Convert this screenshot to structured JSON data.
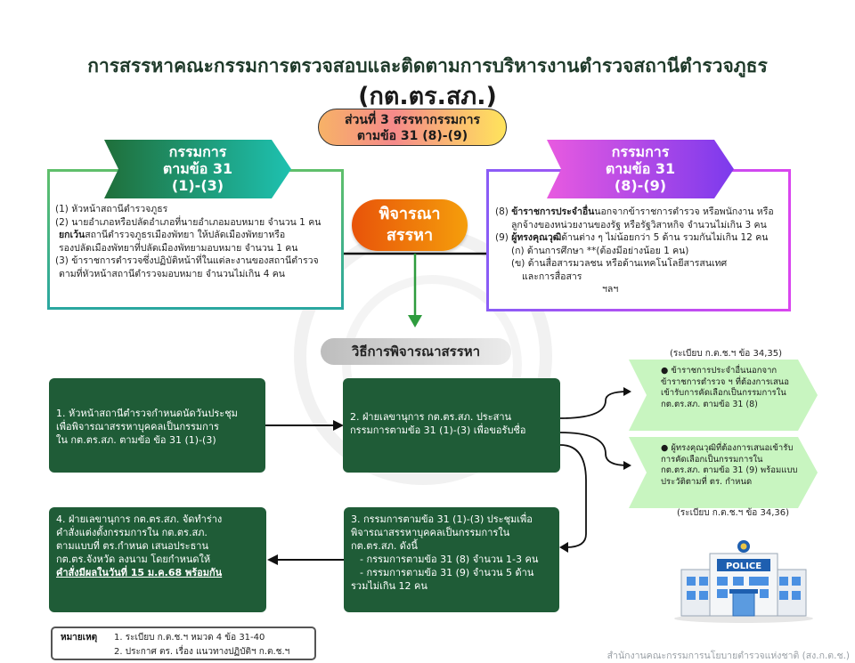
{
  "title": "การสรรหาคณะกรรมการตรวจสอบและติดตามการบริหารงานตำรวจสถานีตำรวจภูธร",
  "subtitle": "(กต.ตร.สภ.)",
  "part_pill": {
    "line1": "ส่วนที่ 3 สรรหากรรมการ",
    "line2": "ตามข้อ 31 (8)-(9)"
  },
  "left_banner": {
    "line1": "กรรมการ",
    "line2": "ตามข้อ 31",
    "line3": "(1)-(3)"
  },
  "left_items": [
    "(1) หัวหน้าสถานีตำรวจภูธร",
    "(2) นายอำเภอหรือปลัดอำเภอที่นายอำเภอมอบหมาย จำนวน 1 คน",
    "ยกเว้นสถานีตำรวจภูธรเมืองพัทยา ให้ปลัดเมืองพัทยาหรือ",
    "รองปลัดเมืองพัทยาที่ปลัดเมืองพัทยามอบหมาย จำนวน 1 คน",
    "(3) ข้าราชการตำรวจซึ่งปฏิบัติหน้าที่ในแต่ละงานของสถานีตำรวจ",
    "ตามที่หัวหน้าสถานีตำรวจมอบหมาย จำนวนไม่เกิน 4 คน"
  ],
  "left_bold_fragment": "ยกเว้น",
  "right_banner": {
    "line1": "กรรมการ",
    "line2": "ตามข้อ 31",
    "line3": "(8)-(9)"
  },
  "right_items": {
    "item8_prefix": "(8) ",
    "item8_bold": "ข้าราชการประจำอื่น",
    "item8_rest": "นอกจากข้าราชการตำรวจ หรือพนักงาน หรือ",
    "item8_line2": "ลูกจ้างของหน่วยงานของรัฐ หรือรัฐวิสาหกิจ จำนวนไม่เกิน 3 คน",
    "item9_prefix": "(9) ",
    "item9_bold": "ผู้ทรงคุณวุฒิ",
    "item9_rest": "ด้านต่าง ๆ ไม่น้อยกว่า 5 ด้าน รวมกันไม่เกิน 12 คน",
    "sub_a": "(ก) ด้านการศึกษา **(ต้องมีอย่างน้อย 1 คน)",
    "sub_b": "(ข) ด้านสื่อสารมวลชน หรือด้านเทคโนโลยีสารสนเทศ",
    "sub_b2": "และการสื่อสาร",
    "etc": "ฯลฯ"
  },
  "consider_pill": {
    "line1": "พิจารณา",
    "line2": "สรรหา"
  },
  "method_label": "วิธีการพิจารณาสรรหา",
  "steps": {
    "step1": [
      "1. หัวหน้าสถานีตำรวจกำหนดนัดวันประชุม",
      "เพื่อพิจารณาสรรหาบุคคลเป็นกรรมการ",
      "ใน กต.ตร.สภ. ตามข้อ ข้อ 31 (1)-(3)"
    ],
    "step2": [
      "2. ฝ่ายเลขานุการ กต.ตร.สภ. ประสาน",
      "กรรมการตามข้อ 31 (1)-(3) เพื่อขอรับชื่อ"
    ],
    "step3": [
      "3. กรรมการตามข้อ 31 (1)-(3) ประชุมเพื่อ",
      "พิจารณาสรรหาบุคคลเป็นกรรมการใน",
      "กต.ตร.สภ. ดังนี้",
      "- กรรมการตามข้อ 31 (8) จำนวน 1-3 คน",
      "- กรรมการตามข้อ 31 (9) จำนวน 5 ด้าน",
      "รวมไม่เกิน 12 คน"
    ],
    "step4": [
      "4. ฝ่ายเลขานุการ กต.ตร.สภ. จัดทำร่าง",
      "คำสั่งแต่งตั้งกรรมการใน กต.ตร.สภ.",
      "ตามแบบที่ ตร.กำหนด เสนอประธาน",
      "กต.ตร.จังหวัด ลงนาม โดยกำหนดให้",
      "คำสั่งมีผลในวันที่ 15 ม.ค.68 พร้อมกัน"
    ]
  },
  "chevrons": {
    "reg1": "(ระเบียบ ก.ต.ช.ฯ ข้อ 34,35)",
    "box1": [
      "ข้าราชการประจำอื่นนอกจาก",
      "ข้าราชการตำรวจ ฯ ที่ต้องการเสนอ",
      "เข้ารับการคัดเลือกเป็นกรรมการใน",
      "กต.ตร.สภ. ตามข้อ 31 (8)"
    ],
    "box2": [
      "ผู้ทรงคุณวุฒิที่ต้องการเสนอเข้ารับ",
      "การคัดเลือกเป็นกรรมการใน",
      "กต.ตร.สภ. ตามข้อ 31 (9) พร้อมแบบ",
      "ประวัติตามที่ ตร. กำหนด"
    ],
    "reg2": "(ระเบียบ ก.ต.ช.ฯ ข้อ 34,36)"
  },
  "note": {
    "label": "หมายเหตุ",
    "line1": "1. ระเบียบ ก.ต.ช.ฯ หมวด 4 ข้อ 31-40",
    "line2": "2. ประกาศ ตร. เรื่อง แนวทางปฏิบัติฯ ก.ต.ช.ฯ"
  },
  "footer": "สำนักงานคณะกรรมการนโยบายตำรวจแห่งชาติ (สง.ก.ต.ช.)",
  "police_sign": "POLICE",
  "colors": {
    "step_green": "#1f5c37",
    "consider_orange": "#f59e0b",
    "left_border": "#5fbf6b",
    "right_border": "#c04ef0",
    "chevron_green": "#c8f5c0"
  }
}
